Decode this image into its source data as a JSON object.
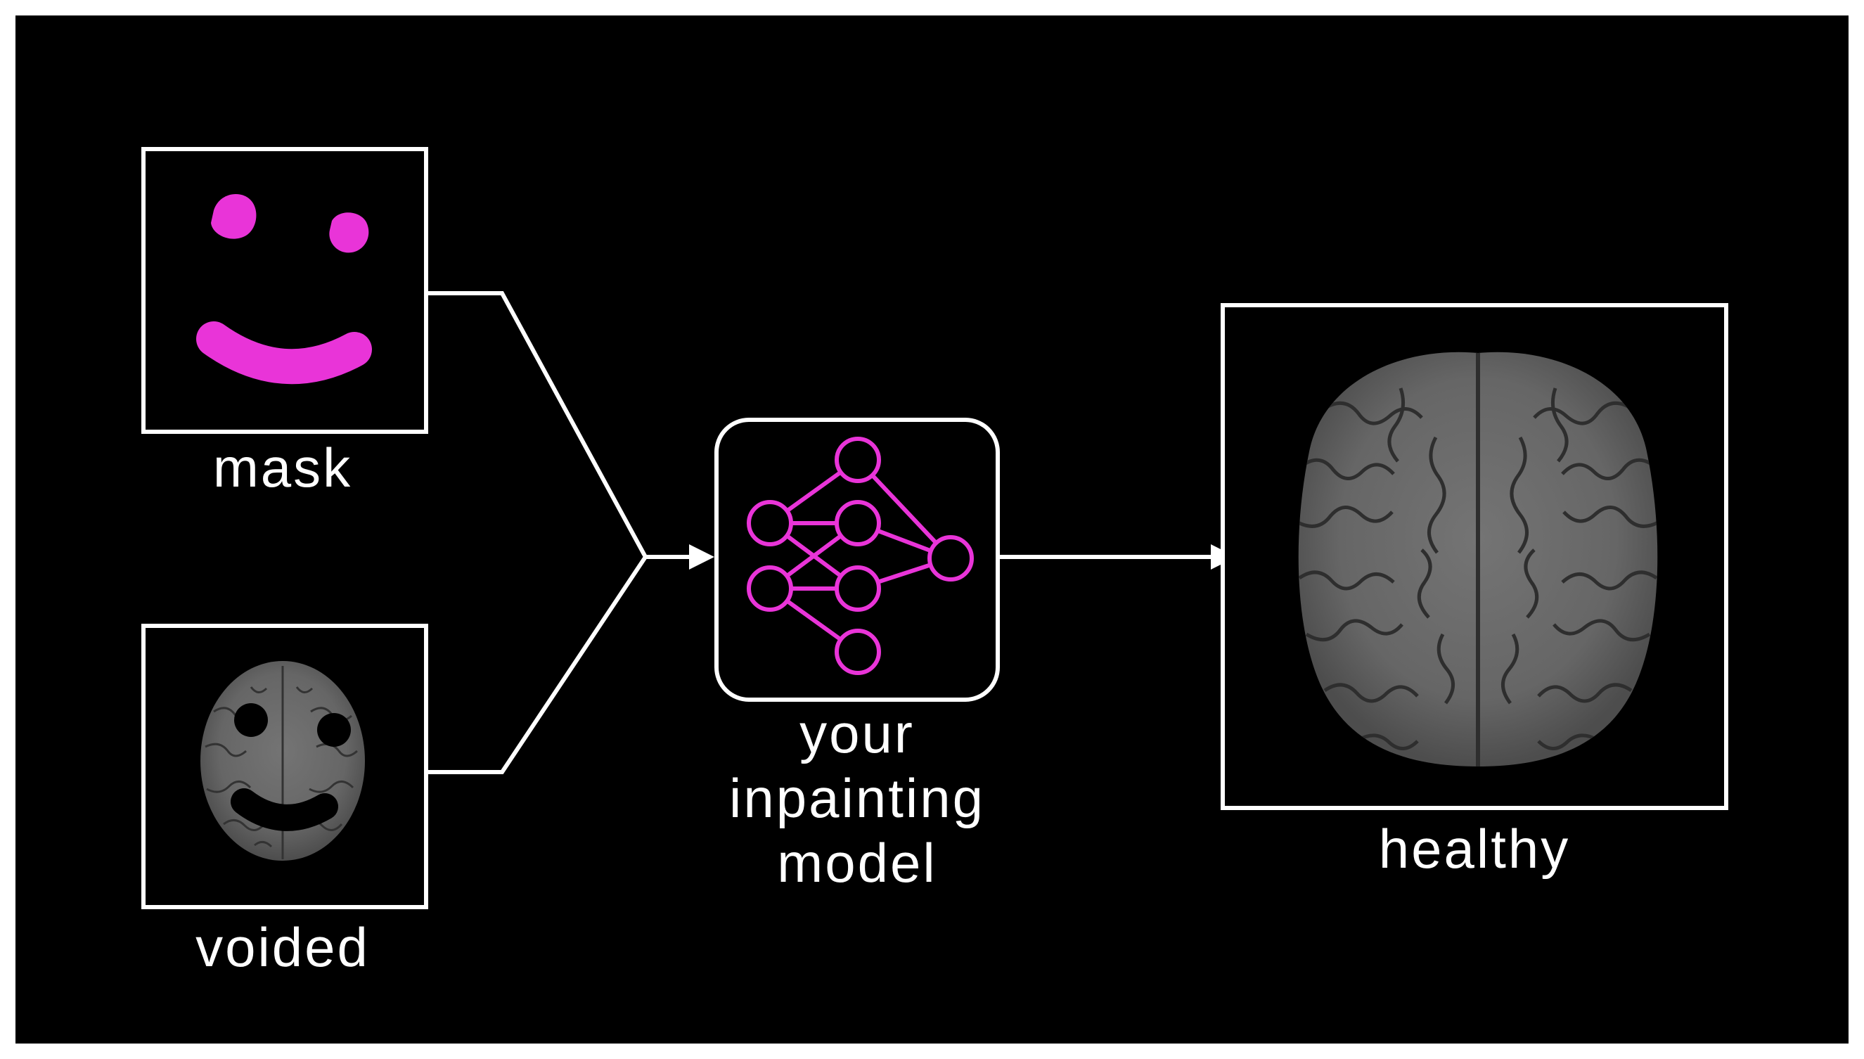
{
  "labels": {
    "mask": "mask",
    "voided": "voided",
    "model_line1": "your",
    "model_line2": "inpainting",
    "model_line3": "model",
    "healthy": "healthy"
  },
  "colors": {
    "background": "#000000",
    "stroke": "#ffffff",
    "accent": "#e934d8",
    "brain_tissue": "#6a6a6a",
    "sulci": "#2e2e2e"
  },
  "icons": {
    "mask_image": "smiley-face-mask-icon",
    "voided_image": "voided-brain-smiley-icon",
    "model_icon": "neural-network-icon",
    "healthy_image": "brain-mri-slice-icon"
  }
}
